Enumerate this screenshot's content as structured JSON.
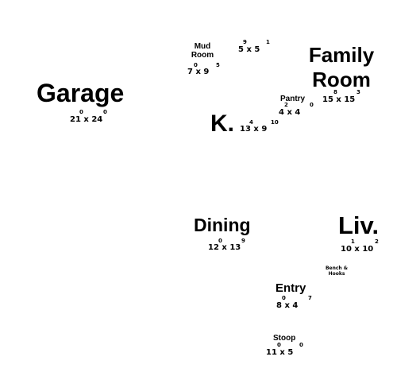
{
  "rooms": {
    "garage": {
      "name": "Garage",
      "dim_a": "21",
      "dim_b": "24",
      "sup_a": "0",
      "sup_b": "0"
    },
    "mud_room": {
      "name_line1": "Mud",
      "name_line2": "Room",
      "dim_a": "7",
      "dim_b": "9",
      "sup_a": "0",
      "sup_b": "5"
    },
    "unlabeled_closet": {
      "dim_a": "5",
      "dim_b": "5",
      "sup_a": "9",
      "sup_b": "1"
    },
    "family_room": {
      "name_line1": "Family",
      "name_line2": "Room",
      "dim_a": "15",
      "dim_b": "15",
      "sup_a": "8",
      "sup_b": "3"
    },
    "pantry": {
      "name": "Pantry",
      "dim_a": "4",
      "dim_b": "4",
      "sup_a": "2",
      "sup_b": "0"
    },
    "kitchen": {
      "name": "K.",
      "dim_a": "13",
      "dim_b": "9",
      "sup_a": "4",
      "sup_b": "10"
    },
    "dining": {
      "name": "Dining",
      "dim_a": "12",
      "dim_b": "13",
      "sup_a": "0",
      "sup_b": "9"
    },
    "living": {
      "name": "Liv.",
      "dim_a": "10",
      "dim_b": "10",
      "sup_a": "1",
      "sup_b": "2"
    },
    "bench": {
      "line1": "Bench &",
      "line2": "Hooks"
    },
    "entry": {
      "name": "Entry",
      "dim_a": "8",
      "dim_b": "4",
      "sup_a": "0",
      "sup_b": "7"
    },
    "stoop": {
      "name": "Stoop",
      "dim_a": "11",
      "dim_b": "5",
      "sup_a": "0",
      "sup_b": "0"
    }
  },
  "separator": "x"
}
